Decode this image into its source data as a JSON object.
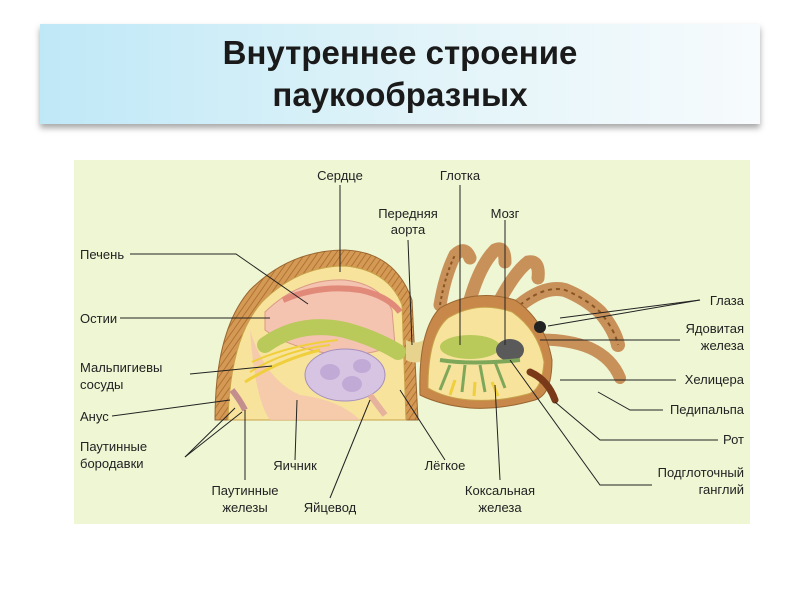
{
  "title": {
    "line1": "Внутреннее строение",
    "line2": "паукообразных"
  },
  "labels": {
    "heart": "Сердце",
    "pharynx": "Глотка",
    "aorta_1": "Передняя",
    "aorta_2": "аорта",
    "brain": "Мозг",
    "liver": "Печень",
    "ostia": "Остии",
    "malpighian_1": "Мальпигиевы",
    "malpighian_2": "сосуды",
    "anus": "Анус",
    "spinnerets_1": "Паутинные",
    "spinnerets_2": "бородавки",
    "ovary": "Яичник",
    "silk_glands_1": "Паутинные",
    "silk_glands_2": "железы",
    "oviduct": "Яйцевод",
    "lung": "Лёгкое",
    "coxal_1": "Коксальная",
    "coxal_2": "железа",
    "eyes": "Глаза",
    "venom_1": "Ядовитая",
    "venom_2": "железа",
    "chelicera": "Хелицера",
    "pedipalp": "Педипальпа",
    "mouth": "Рот",
    "ganglion_1": "Подглоточный",
    "ganglion_2": "ганглий"
  }
}
